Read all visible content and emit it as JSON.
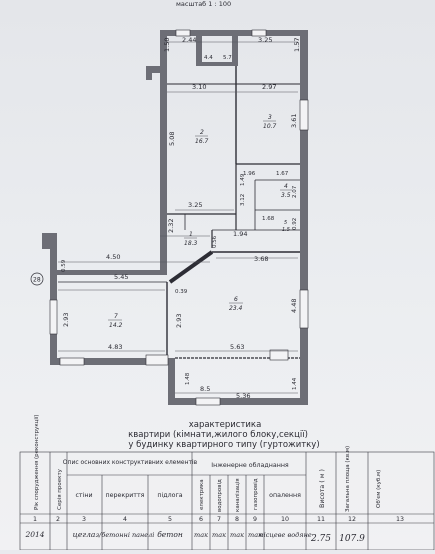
{
  "scale_label": "масштаб 1 : 100",
  "plan": {
    "dims": {
      "top_left": "2.44",
      "top_right": "3.25",
      "top_right_v": "1.57",
      "top_left_v": "1.50",
      "notch_w1": "4.4",
      "notch_w2": "5.7",
      "r2_width": "3.10",
      "r3_width": "2.97",
      "r2_height": "5.08",
      "r3_height": "3.61",
      "bath_w": "1.96",
      "hall_w": "1.67",
      "v149": "1.49",
      "v312": "3.12",
      "v207": "2.07",
      "w168": "1.68",
      "v092": "0.92",
      "w325": "3.25",
      "v232": "2.32",
      "v056": "0.56",
      "w194": "1.94",
      "w450": "4.50",
      "v059": "0.59",
      "w368": "3.68",
      "w545": "5.45",
      "w039": "0.39",
      "v293a": "2.93",
      "v293b": "2.93",
      "v448": "4.48",
      "w483": "4.83",
      "w563": "5.63",
      "v148": "1.48",
      "w85": "8.5",
      "w536": "5.36",
      "v144": "1.44",
      "marker": "28"
    },
    "rooms": [
      {
        "num": "2",
        "area": "16.7"
      },
      {
        "num": "3",
        "area": "10.7"
      },
      {
        "num": "4",
        "area": "3.5"
      },
      {
        "num": "5",
        "area": "1.5"
      },
      {
        "num": "1",
        "area": "18.3"
      },
      {
        "num": "7",
        "area": "14.2"
      },
      {
        "num": "6",
        "area": "23.4"
      }
    ]
  },
  "caption": {
    "line1": "характеристика",
    "line2": "квартири (кімнати,жилого блоку,секції)",
    "line3": "у будинку квартирного типу (гуртожитку)"
  },
  "table": {
    "year_header": "Рік спорудження (реконструкції)",
    "series_header": "Серія проекту",
    "elements_header": "Опис основних конструктивних елементів",
    "engineering_header": "Інженерне обладнання",
    "height_header": "Висота ( м )",
    "area_header": "Загальна площа (кв.м)",
    "volume_header": "Об'єм (куб.м)",
    "sub_walls": "стіни",
    "sub_floors": "перекриття",
    "sub_flooring": "підлога",
    "sub_electric": "електрика",
    "sub_water": "водопровід",
    "sub_sewer": "каналізація",
    "sub_gas": "газопровід",
    "sub_heating": "опалення",
    "col_numbers": [
      "1",
      "2",
      "3",
      "4",
      "5",
      "6",
      "7",
      "8",
      "9",
      "10",
      "11",
      "12",
      "13"
    ],
    "row": {
      "year": "2014",
      "series": "",
      "walls": "цегла",
      "floors": "з/бетонні панелі",
      "flooring": "бетон",
      "electric": "так",
      "water": "так",
      "sewer": "так",
      "gas": "так",
      "heating": "місцеве водяне",
      "height": "2.75",
      "area": "107.9",
      "volume": ""
    }
  }
}
